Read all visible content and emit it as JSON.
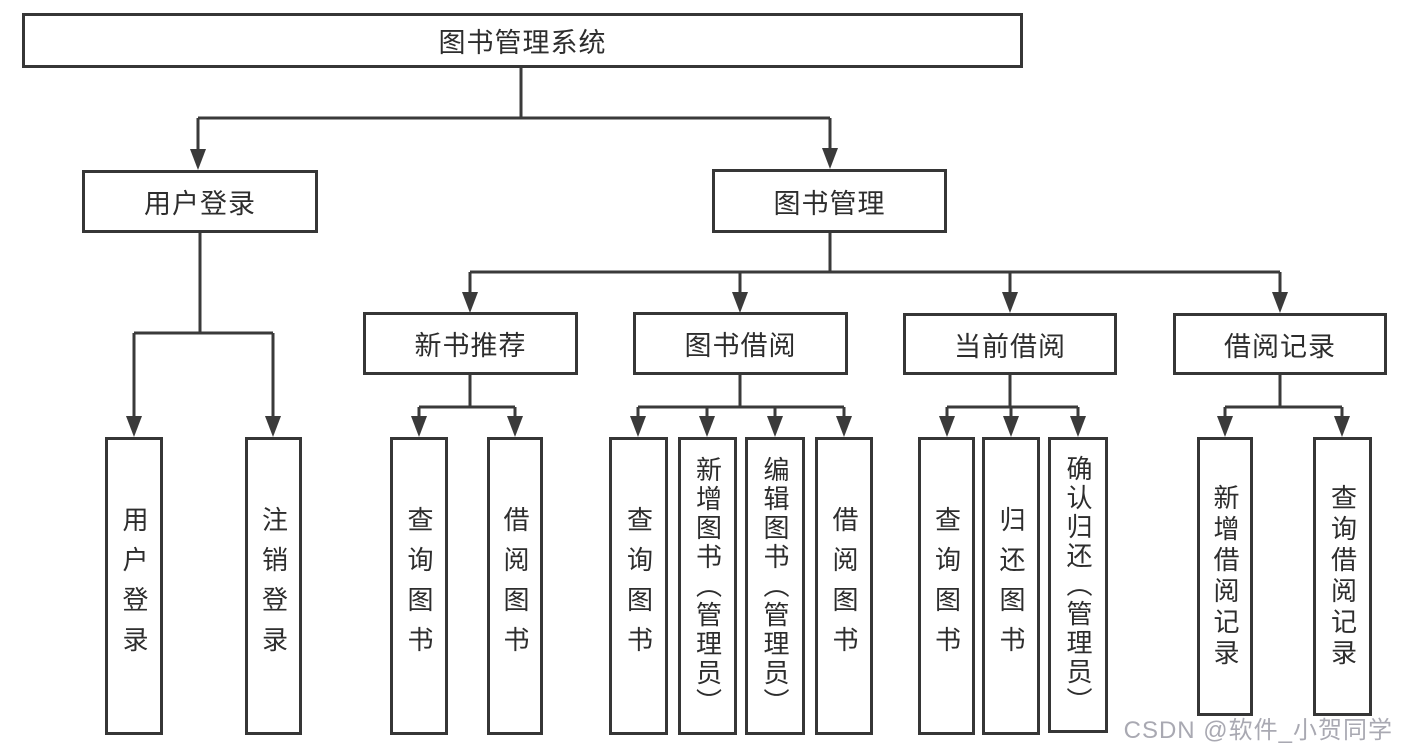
{
  "diagram": {
    "root": {
      "label": "图书管理系统"
    },
    "branches": [
      {
        "label": "用户登录",
        "children": [
          "用户登录",
          "注销登录"
        ]
      },
      {
        "label": "图书管理",
        "children": [
          {
            "label": "新书推荐",
            "children": [
              "查询图书",
              "借阅图书"
            ]
          },
          {
            "label": "图书借阅",
            "children": [
              "查询图书",
              "新增图书（管理员）",
              "编辑图书（管理员）",
              "借阅图书"
            ]
          },
          {
            "label": "当前借阅",
            "children": [
              "查询图书",
              "归还图书",
              "确认归还（管理员）"
            ]
          },
          {
            "label": "借阅记录",
            "children": [
              "新增借阅记录",
              "查询借阅记录"
            ]
          }
        ]
      }
    ],
    "watermark": "CSDN @软件_小贺同学",
    "colors": {
      "line": "#3a3a3a",
      "border": "#363636",
      "text": "#2d2d2d",
      "watermark_text": "#a9a9b2",
      "background": "#ffffff"
    }
  }
}
